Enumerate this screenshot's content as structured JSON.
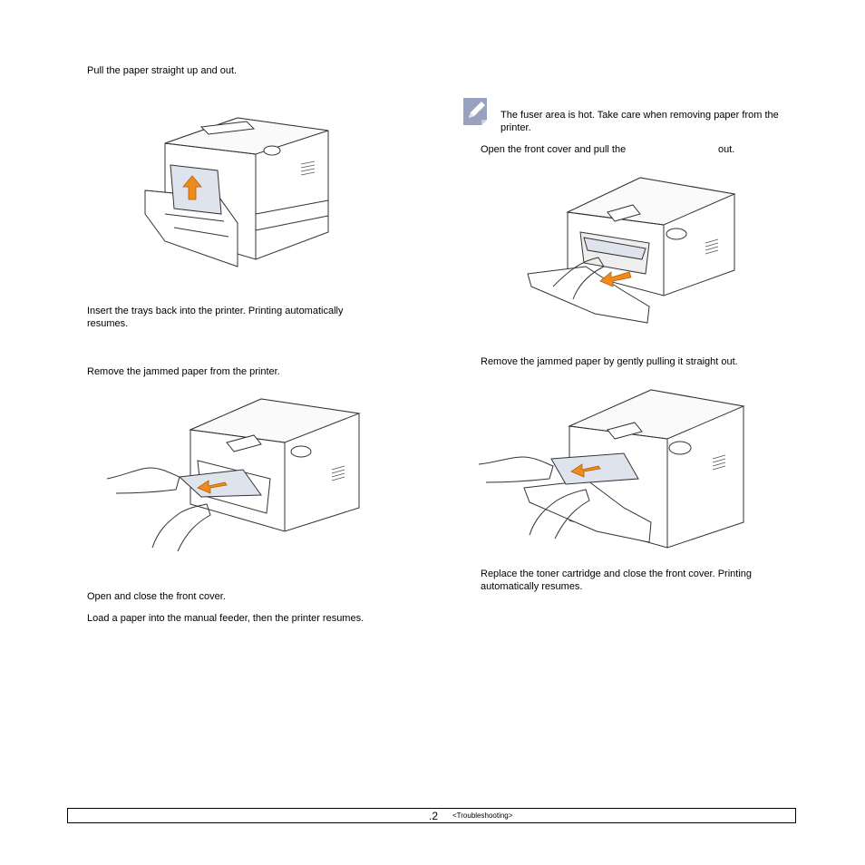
{
  "left_column": {
    "step_pull_paper": "Pull the paper straight up and out.",
    "step_insert_trays": "Insert the trays back into the printer. Printing automatically resumes.",
    "step_remove_jammed": "Remove the jammed paper from the printer.",
    "step_open_close": "Open and close the front cover.",
    "step_load_paper": "Load a paper into the manual feeder, then the printer resumes."
  },
  "right_column": {
    "note_text": "The fuser area is hot. Take care when removing paper from the printer.",
    "step_open_front_a": "Open the front cover and pull the",
    "step_open_front_b": "out.",
    "step_remove_gently": "Remove the jammed paper by gently pulling it straight out.",
    "step_replace_toner": "Replace the toner cartridge and close the front cover. Printing automatically resumes."
  },
  "footer": {
    "page_number": ".2",
    "section": "<Troubleshooting>"
  },
  "colors": {
    "arrow_orange": "#f08a1c",
    "line": "#333333",
    "paper_fill": "#dfe3ee",
    "note_icon": "#9aa0bf"
  }
}
